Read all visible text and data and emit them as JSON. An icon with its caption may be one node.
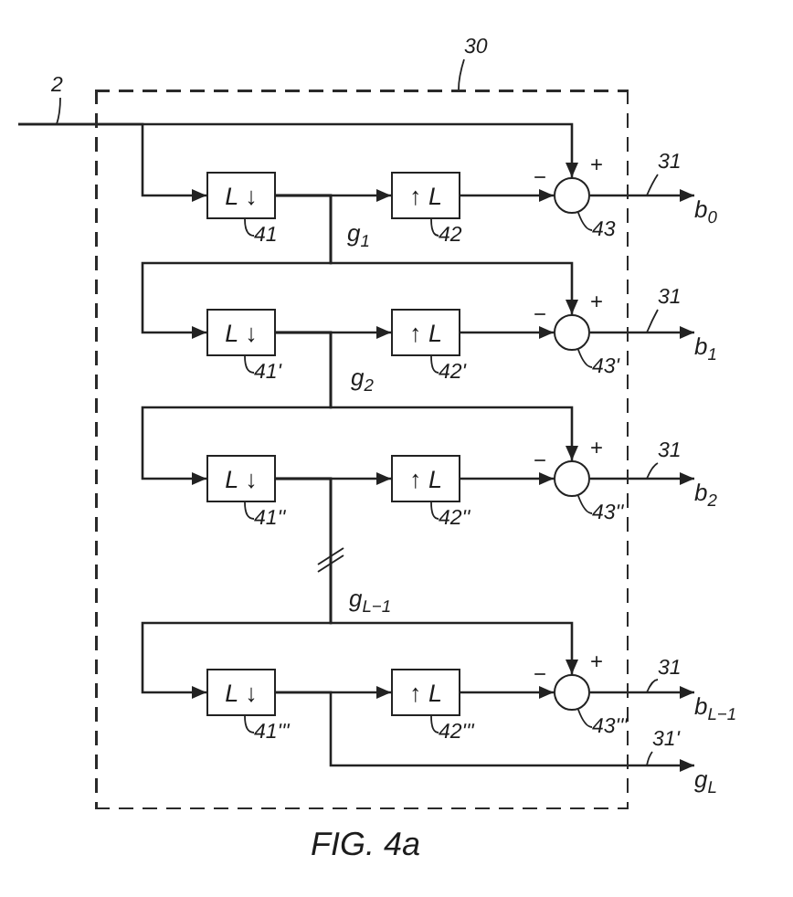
{
  "diagram": {
    "caption": "FIG. 4a",
    "nodes": [
      {
        "text": [],
        "shape": "box"
      },
      {
        "text": [
          "30"
        ]
      },
      {
        "text": [
          "2"
        ]
      },
      {
        "text": [
          "L ↓"
        ],
        "in": 0
      },
      {
        "text": [
          "↑ L"
        ],
        "in": 0
      },
      {
        "text": [],
        "shape": "circle",
        "beside": [
          "+",
          "−"
        ],
        "in": 0
      },
      {
        "text": [
          "31"
        ]
      },
      {
        "text": [
          "b$_{0}$"
        ]
      },
      {
        "text": [
          "41"
        ],
        "in": 0
      },
      {
        "text": [
          "42"
        ],
        "in": 0
      },
      {
        "text": [
          "43"
        ],
        "in": 0
      },
      {
        "text": [
          "L ↓"
        ],
        "in": 0
      },
      {
        "text": [
          "↑ L"
        ],
        "in": 0
      },
      {
        "text": [],
        "shape": "circle",
        "beside": [
          "+",
          "−"
        ],
        "in": 0
      },
      {
        "text": [
          "31"
        ]
      },
      {
        "text": [
          "b$_{1}$"
        ]
      },
      {
        "text": [
          "41'"
        ],
        "in": 0
      },
      {
        "text": [
          "42'"
        ],
        "in": 0
      },
      {
        "text": [
          "43'"
        ],
        "in": 0
      },
      {
        "text": [
          "L ↓"
        ],
        "in": 0
      },
      {
        "text": [
          "↑ L"
        ],
        "in": 0
      },
      {
        "text": [],
        "shape": "circle",
        "beside": [
          "+",
          "−"
        ],
        "in": 0
      },
      {
        "text": [
          "31"
        ]
      },
      {
        "text": [
          "b$_{2}$"
        ]
      },
      {
        "text": [
          "41''"
        ],
        "in": 0
      },
      {
        "text": [
          "42''"
        ],
        "in": 0
      },
      {
        "text": [
          "43''"
        ],
        "in": 0
      },
      {
        "text": [
          "L ↓"
        ],
        "in": 0
      },
      {
        "text": [
          "↑ L"
        ],
        "in": 0
      },
      {
        "text": [],
        "shape": "circle",
        "beside": [
          "+",
          "−"
        ],
        "in": 0
      },
      {
        "text": [
          "31"
        ]
      },
      {
        "text": [
          "b$_{L−1}$"
        ]
      },
      {
        "text": [
          "41'''"
        ],
        "in": 0
      },
      {
        "text": [
          "42'''"
        ],
        "in": 0
      },
      {
        "text": [
          "43'''"
        ],
        "in": 0
      },
      {
        "text": [
          "31'"
        ]
      },
      {
        "text": [
          "g$_{L}$"
        ]
      }
    ],
    "edges": [
      {
        "from": 1,
        "to": 0,
        "arrow": "none"
      },
      {
        "from": 2,
        "to": null,
        "arrow": "none"
      },
      {
        "from": null,
        "to": 3,
        "arrow": "to"
      },
      {
        "from": null,
        "to": 5,
        "arrow": "to"
      },
      {
        "from": 3,
        "to": 4,
        "arrow": "to"
      },
      {
        "from": 4,
        "to": 5,
        "arrow": "to"
      },
      {
        "from": 5,
        "to": 7,
        "arrow": "to"
      },
      {
        "from": 6,
        "to": null,
        "arrow": "none"
      },
      {
        "from": 8,
        "to": 3,
        "arrow": "none"
      },
      {
        "from": 9,
        "to": 4,
        "arrow": "none"
      },
      {
        "from": 10,
        "to": 5,
        "arrow": "none"
      },
      {
        "from": 3,
        "to": 11,
        "arrow": "to"
      },
      {
        "from": 3,
        "to": 13,
        "arrow": "to"
      },
      {
        "from": 11,
        "to": 12,
        "arrow": "to"
      },
      {
        "from": 12,
        "to": 13,
        "arrow": "to"
      },
      {
        "from": 13,
        "to": 15,
        "arrow": "to"
      },
      {
        "from": 14,
        "to": null,
        "arrow": "none"
      },
      {
        "from": 16,
        "to": 11,
        "arrow": "none"
      },
      {
        "from": 17,
        "to": 12,
        "arrow": "none"
      },
      {
        "from": 18,
        "to": 13,
        "arrow": "none"
      },
      {
        "from": 11,
        "to": 19,
        "arrow": "to"
      },
      {
        "from": 11,
        "to": 21,
        "arrow": "to"
      },
      {
        "from": 19,
        "to": 20,
        "arrow": "to"
      },
      {
        "from": 20,
        "to": 21,
        "arrow": "to"
      },
      {
        "from": 21,
        "to": 23,
        "arrow": "to"
      },
      {
        "from": 22,
        "to": null,
        "arrow": "none"
      },
      {
        "from": 24,
        "to": 19,
        "arrow": "none"
      },
      {
        "from": 25,
        "to": 20,
        "arrow": "none"
      },
      {
        "from": 26,
        "to": 21,
        "arrow": "none"
      },
      {
        "from": 19,
        "to": 27,
        "arrow": "to"
      },
      {
        "from": 19,
        "to": 29,
        "arrow": "to"
      },
      {
        "from": 27,
        "to": 28,
        "arrow": "to"
      },
      {
        "from": 28,
        "to": 29,
        "arrow": "to"
      },
      {
        "from": 29,
        "to": 31,
        "arrow": "to"
      },
      {
        "from": 30,
        "to": null,
        "arrow": "none"
      },
      {
        "from": 32,
        "to": 27,
        "arrow": "none"
      },
      {
        "from": 33,
        "to": 28,
        "arrow": "none"
      },
      {
        "from": 34,
        "to": 29,
        "arrow": "none"
      },
      {
        "from": 27,
        "to": 36,
        "arrow": "to"
      },
      {
        "from": 35,
        "to": null,
        "arrow": "none"
      }
    ],
    "labels": [
      "g$_{1}$",
      "g$_{2}$",
      "g$_{L−1}$"
    ]
  }
}
